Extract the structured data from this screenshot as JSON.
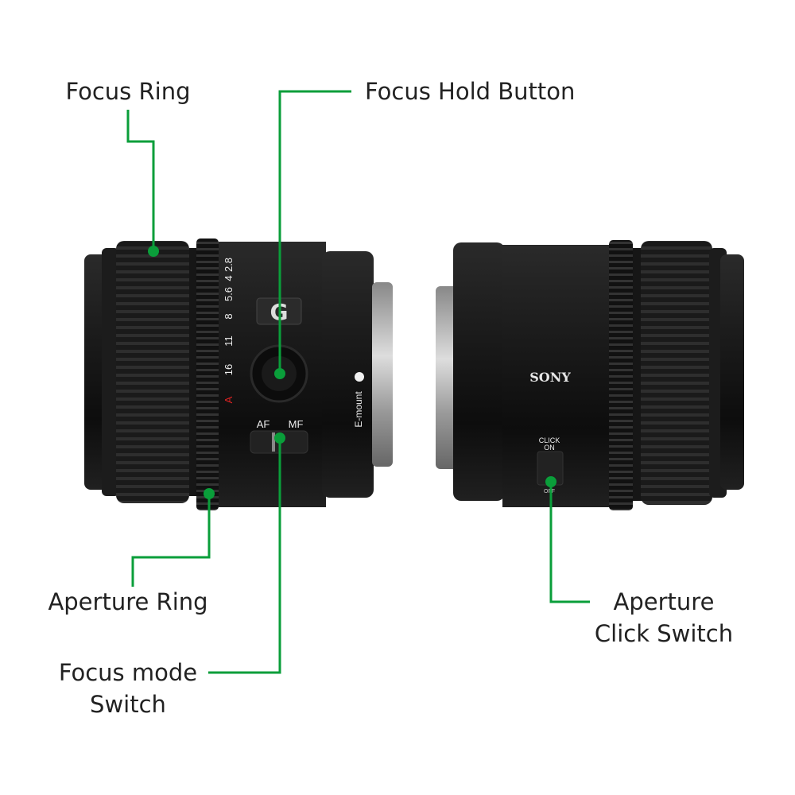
{
  "labels": {
    "focus_ring": "Focus Ring",
    "focus_hold_button": "Focus Hold Button",
    "aperture_ring": "Aperture Ring",
    "focus_mode_switch_line1": "Focus mode",
    "focus_mode_switch_line2": "Switch",
    "aperture_click_switch_line1": "Aperture",
    "aperture_click_switch_line2": "Click Switch"
  },
  "lens_markings": {
    "aperture_scale": [
      "2.8",
      "4",
      "5.6",
      "8",
      "11",
      "16",
      "A"
    ],
    "g_badge": "G",
    "mount": "E-mount",
    "af": "AF",
    "mf": "MF",
    "brand": "SONY",
    "click": "CLICK",
    "on": "ON",
    "off": "OFF"
  },
  "colors": {
    "callout_green": "#0a9e3a",
    "lens_body": "#151515",
    "aperture_auto_red": "#d22"
  }
}
